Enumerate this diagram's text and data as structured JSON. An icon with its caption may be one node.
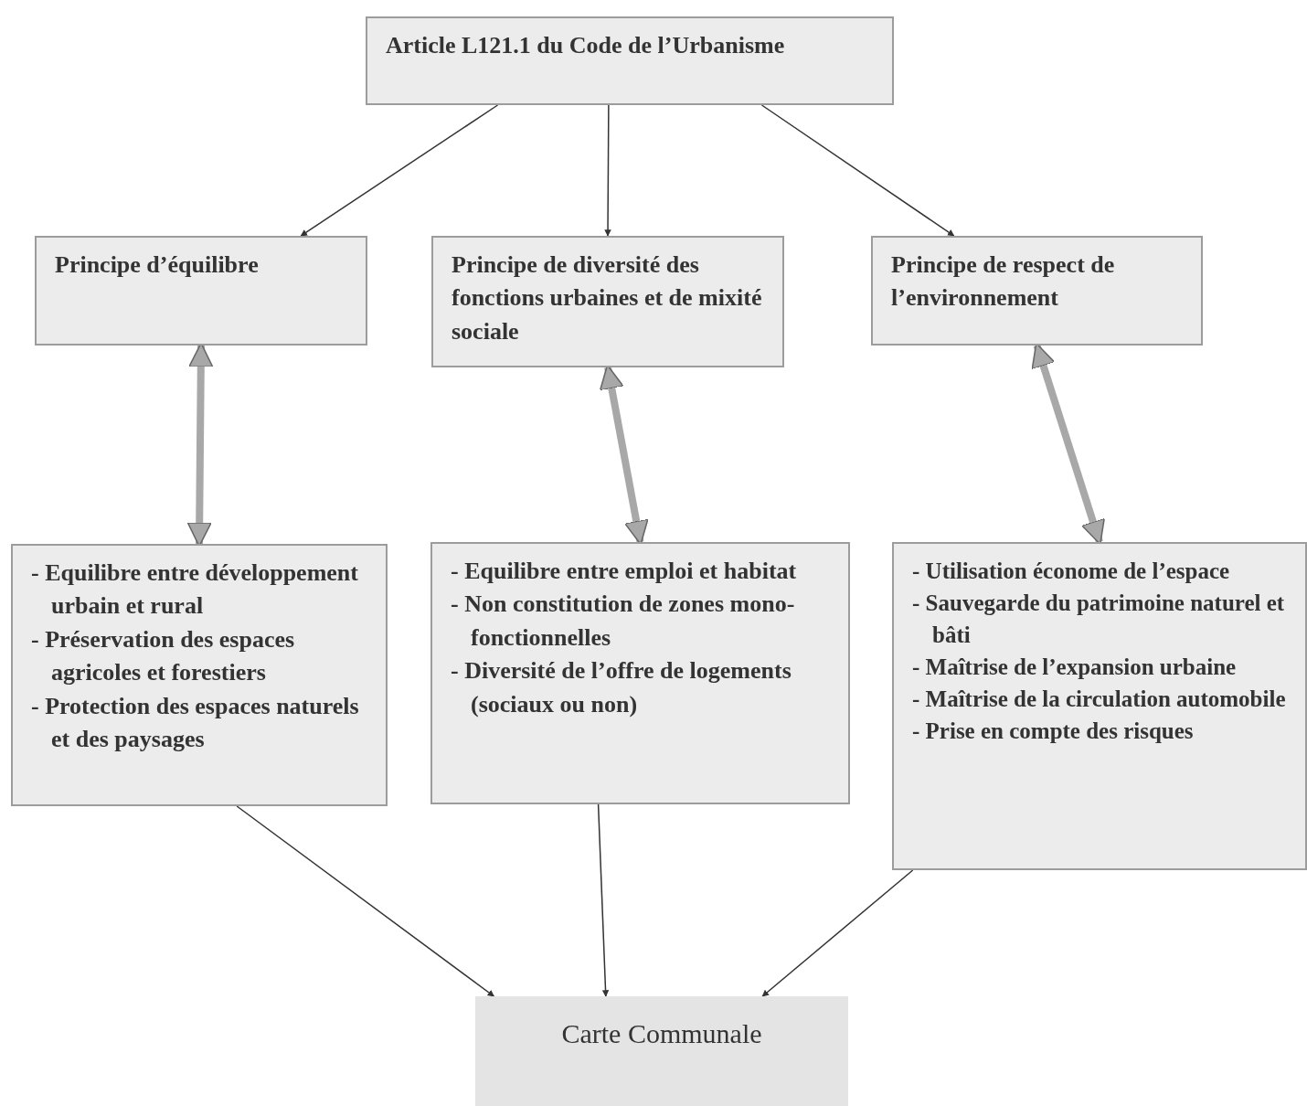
{
  "diagram": {
    "nodes": [
      {
        "text": [
          "Article L121.1 du Code de l’Urbanisme"
        ]
      },
      {
        "text": [
          "Principe d’équilibre"
        ]
      },
      {
        "text": [
          "Principe de diversité des fonctions urbaines et de mixité sociale"
        ]
      },
      {
        "text": [
          "Principe de respect de l’environnement"
        ]
      },
      {
        "text": [
          "- Equilibre entre développement urbain et rural",
          "- Préservation des espaces agricoles et forestiers",
          "- Protection des espaces naturels et des paysages"
        ]
      },
      {
        "text": [
          "- Equilibre entre emploi et habitat",
          "- Non constitution de zones mono-fonctionnelles",
          "- Diversité de l’offre de logements (sociaux ou non)"
        ]
      },
      {
        "text": [
          "- Utilisation économe de l’espace",
          "- Sauvegarde du patrimoine naturel et bâti",
          "- Maîtrise de l’expansion urbaine",
          "- Maîtrise de la circulation automobile",
          "- Prise en compte des risques"
        ]
      },
      {
        "text": [
          "Carte Communale"
        ]
      }
    ],
    "edges": [
      {
        "from": 0,
        "to": 1,
        "arrow": "to"
      },
      {
        "from": 0,
        "to": 2,
        "arrow": "to"
      },
      {
        "from": 0,
        "to": 3,
        "arrow": "to"
      },
      {
        "from": 1,
        "to": 4,
        "arrow": "both",
        "style": "thick",
        "color": "#a8a8a8"
      },
      {
        "from": 2,
        "to": 5,
        "arrow": "both",
        "style": "thick",
        "color": "#a8a8a8"
      },
      {
        "from": 3,
        "to": 6,
        "arrow": "both",
        "style": "thick",
        "color": "#a8a8a8"
      },
      {
        "from": 4,
        "to": 7,
        "arrow": "to"
      },
      {
        "from": 5,
        "to": 7,
        "arrow": "to"
      },
      {
        "from": 6,
        "to": 7,
        "arrow": "to"
      }
    ]
  }
}
